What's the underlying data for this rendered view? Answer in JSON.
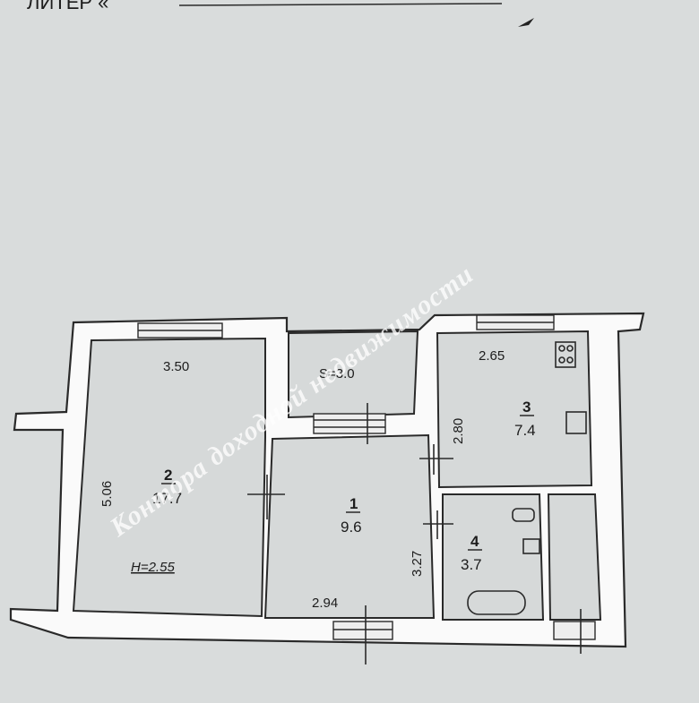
{
  "header_text": "ЛИТЕР «",
  "watermark": "Контора доходной недвижимости",
  "ceiling_height": "H=2.55",
  "rooms": [
    {
      "id": "1",
      "area": "9.6"
    },
    {
      "id": "2",
      "area": "17.7"
    },
    {
      "id": "3",
      "area": "7.4"
    },
    {
      "id": "4",
      "area": "3.7"
    }
  ],
  "balcony_area": "S=3.0",
  "dimensions": {
    "room2_width": "3.50",
    "room2_length": "5.06",
    "room1_width": "2.94",
    "room1_length": "3.27",
    "room3_width": "2.65",
    "room3_length": "2.80"
  },
  "colors": {
    "paper": "#d9dcdc",
    "wall": "#fafafa",
    "ink": "#2a2a2a",
    "watermark": "#ffffff"
  }
}
